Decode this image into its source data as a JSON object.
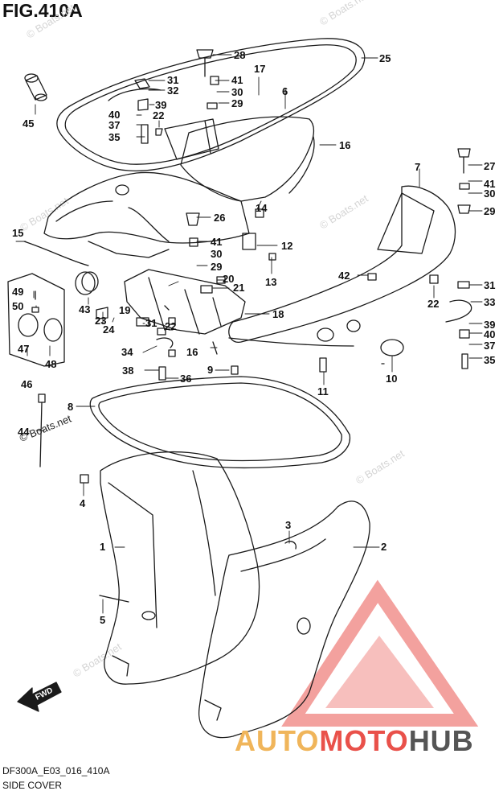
{
  "figure": {
    "title": "FIG.410A",
    "code": "DF300A_E03_016_410A",
    "name": "SIDE COVER"
  },
  "watermark": {
    "text": "© Boats.net"
  },
  "brand": {
    "part1": "AUTO",
    "part2": "MOTO",
    "part3": "HUB"
  },
  "fwd_label": "FWD",
  "colors": {
    "line": "#1a1a1a",
    "brand_orange": "#f0b55a",
    "brand_red": "#e9514a",
    "brand_gray": "#555555",
    "logo_triangle": "#f08a86"
  },
  "callouts": [
    {
      "label": "1"
    },
    {
      "label": "2"
    },
    {
      "label": "3"
    },
    {
      "label": "4"
    },
    {
      "label": "5"
    },
    {
      "label": "6"
    },
    {
      "label": "7"
    },
    {
      "label": "8"
    },
    {
      "label": "9"
    },
    {
      "label": "10"
    },
    {
      "label": "11"
    },
    {
      "label": "12"
    },
    {
      "label": "13"
    },
    {
      "label": "14"
    },
    {
      "label": "15"
    },
    {
      "label": "16"
    },
    {
      "label": "16"
    },
    {
      "label": "17"
    },
    {
      "label": "18"
    },
    {
      "label": "19"
    },
    {
      "label": "20"
    },
    {
      "label": "21"
    },
    {
      "label": "22"
    },
    {
      "label": "22"
    },
    {
      "label": "22"
    },
    {
      "label": "23"
    },
    {
      "label": "24"
    },
    {
      "label": "25"
    },
    {
      "label": "26"
    },
    {
      "label": "27"
    },
    {
      "label": "28"
    },
    {
      "label": "29"
    },
    {
      "label": "29"
    },
    {
      "label": "29"
    },
    {
      "label": "30"
    },
    {
      "label": "30"
    },
    {
      "label": "30"
    },
    {
      "label": "31"
    },
    {
      "label": "31"
    },
    {
      "label": "31"
    },
    {
      "label": "32"
    },
    {
      "label": "33"
    },
    {
      "label": "34"
    },
    {
      "label": "35"
    },
    {
      "label": "35"
    },
    {
      "label": "36"
    },
    {
      "label": "37"
    },
    {
      "label": "37"
    },
    {
      "label": "38"
    },
    {
      "label": "39"
    },
    {
      "label": "39"
    },
    {
      "label": "40"
    },
    {
      "label": "40"
    },
    {
      "label": "41"
    },
    {
      "label": "41"
    },
    {
      "label": "41"
    },
    {
      "label": "42"
    },
    {
      "label": "43"
    },
    {
      "label": "44"
    },
    {
      "label": "45"
    },
    {
      "label": "46"
    },
    {
      "label": "47"
    },
    {
      "label": "48"
    },
    {
      "label": "49"
    },
    {
      "label": "50"
    }
  ]
}
